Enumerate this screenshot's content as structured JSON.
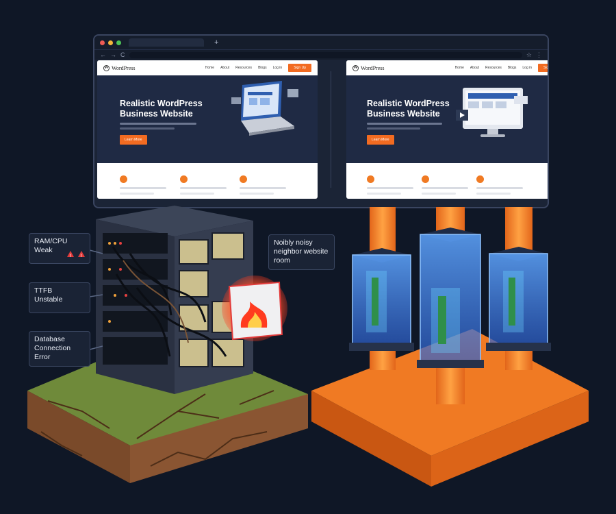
{
  "browser": {
    "new_tab_glyph": "+",
    "nav_back": "←",
    "nav_forward": "→",
    "nav_reload": "C",
    "star_glyph": "☆",
    "menu_glyph": "⋮"
  },
  "sites": [
    {
      "logo_text": "WordPress",
      "menu": [
        "Home",
        "About",
        "Resources",
        "Blogs",
        "Log in"
      ],
      "signup": "Sign Up",
      "hero_title": "Realistic WordPress Business Website",
      "learn_more": "Learn More"
    },
    {
      "logo_text": "WordPress",
      "menu": [
        "Home",
        "About",
        "Resources",
        "Blogs",
        "Log in"
      ],
      "signup": "Sign up",
      "hero_title": "Realistic WordPress Business Website",
      "learn_more": "Learn More"
    }
  ],
  "callouts": {
    "ram_cpu": {
      "title": "RAM/CPU",
      "status": "Weak"
    },
    "ttfb": {
      "title": "TTFB",
      "status": "Unstable"
    },
    "database": {
      "line1": "Database",
      "line2": "Connection",
      "line3": "Error"
    },
    "neighbor": {
      "line1": "Noibly noisy",
      "line2": "neighbor website",
      "line3": "room"
    }
  },
  "colors": {
    "background": "#0f1726",
    "accent_orange": "#f26b21",
    "hero_navy": "#1f2a44",
    "warning_red": "#e23b3b",
    "container_glow": "#4c8dff"
  }
}
